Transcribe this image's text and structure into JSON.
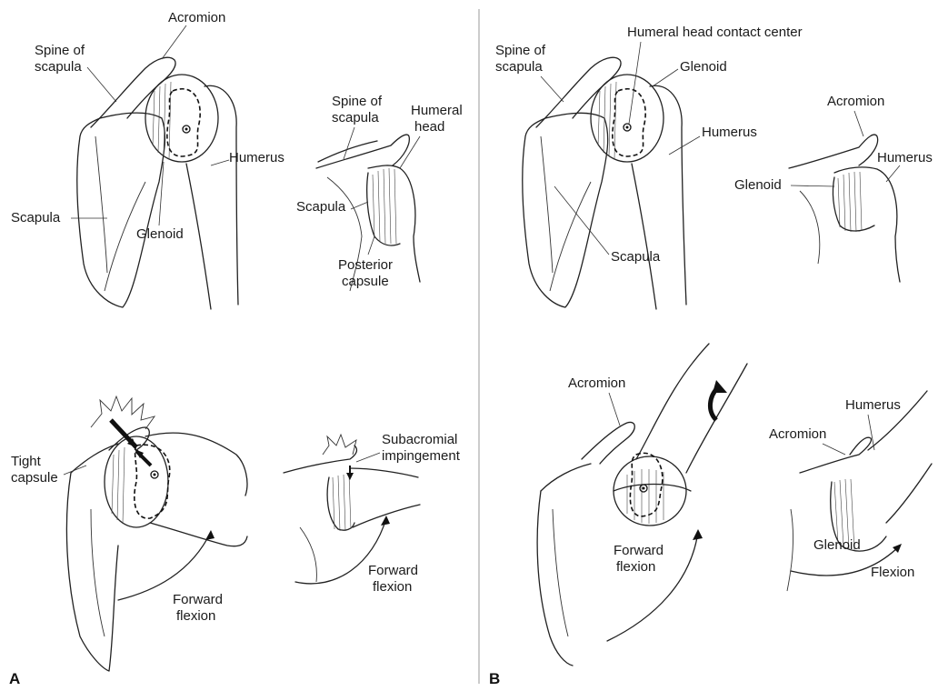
{
  "panels": {
    "a": "A",
    "b": "B"
  },
  "panel_a": {
    "top_left": {
      "acromion": "Acromion",
      "spine_1": "Spine of",
      "spine_2": "scapula",
      "humerus": "Humerus",
      "scapula": "Scapula",
      "glenoid": "Glenoid"
    },
    "top_right": {
      "spine_1": "Spine of",
      "spine_2": "scapula",
      "humeral_head_1": "Humeral",
      "humeral_head_2": "head",
      "scapula": "Scapula",
      "posterior_capsule_1": "Posterior",
      "posterior_capsule_2": "capsule"
    },
    "bottom_left": {
      "tight_capsule_1": "Tight",
      "tight_capsule_2": "capsule",
      "forward_flexion_1": "Forward",
      "forward_flexion_2": "flexion"
    },
    "bottom_right": {
      "subacromial_1": "Subacromial",
      "subacromial_2": "impingement",
      "forward_flexion_1": "Forward",
      "forward_flexion_2": "flexion"
    }
  },
  "panel_b": {
    "top_left": {
      "contact_center": "Humeral head contact center",
      "glenoid": "Glenoid",
      "spine_1": "Spine of",
      "spine_2": "scapula",
      "humerus": "Humerus",
      "scapula": "Scapula"
    },
    "top_right": {
      "acromion": "Acromion",
      "humerus": "Humerus",
      "glenoid": "Glenoid"
    },
    "bottom_left": {
      "acromion": "Acromion",
      "forward_flexion_1": "Forward",
      "forward_flexion_2": "flexion"
    },
    "bottom_right": {
      "humerus": "Humerus",
      "acromion": "Acromion",
      "glenoid": "Glenoid",
      "flexion": "Flexion"
    }
  }
}
